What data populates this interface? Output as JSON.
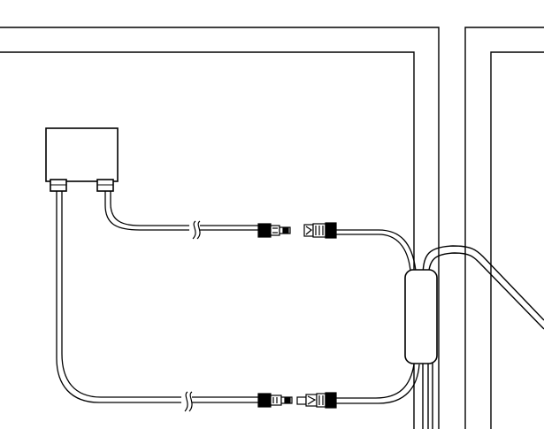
{
  "diagram": {
    "colors": {
      "background": "#ffffff",
      "stroke": "#000000",
      "cable_fill": "#ffffff",
      "connector_dark": "#000000",
      "connector_light": "#ffffff"
    },
    "components": [
      {
        "name": "solar-panel-frame-left",
        "kind": "panel-frame"
      },
      {
        "name": "solar-panel-frame-right",
        "kind": "panel-frame"
      },
      {
        "name": "junction-box",
        "kind": "box"
      },
      {
        "name": "junction-box-gland-left",
        "kind": "cable-gland"
      },
      {
        "name": "junction-box-gland-right",
        "kind": "cable-gland"
      },
      {
        "name": "cable-upper",
        "kind": "cable"
      },
      {
        "name": "cable-lower",
        "kind": "cable"
      },
      {
        "name": "cable-break-mark-upper",
        "kind": "break-symbol"
      },
      {
        "name": "cable-break-mark-lower",
        "kind": "break-symbol"
      },
      {
        "name": "connector-upper-male",
        "kind": "mc4-connector"
      },
      {
        "name": "connector-upper-female",
        "kind": "mc4-connector"
      },
      {
        "name": "connector-lower-male",
        "kind": "mc4-connector"
      },
      {
        "name": "connector-lower-female",
        "kind": "mc4-connector"
      },
      {
        "name": "cable-clip-sleeve",
        "kind": "cable-clip"
      },
      {
        "name": "cable-bundle-exit",
        "kind": "cable-bundle"
      }
    ]
  }
}
